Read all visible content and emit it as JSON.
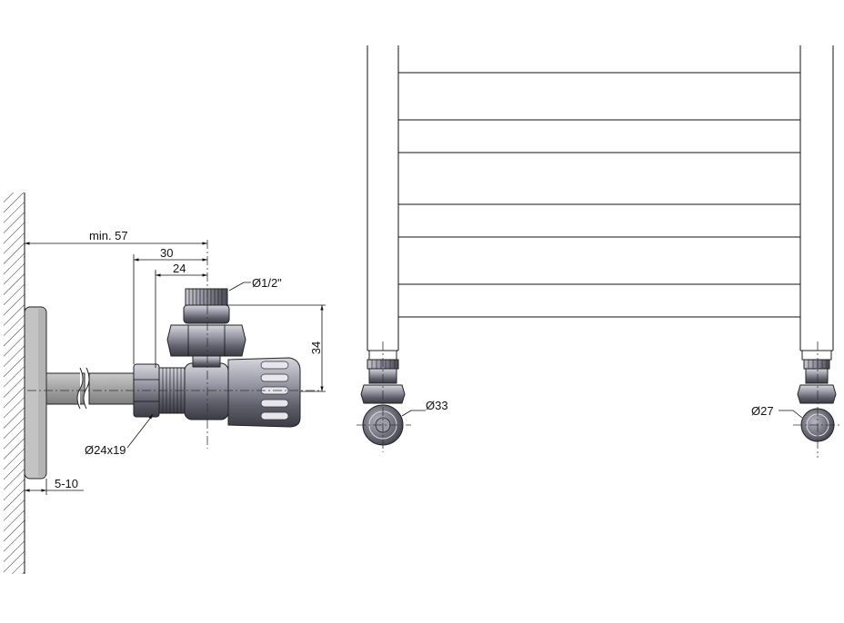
{
  "dimensions": {
    "min_distance": "min. 57",
    "distance_30": "30",
    "distance_24": "24",
    "thread": "Ø1/2\"",
    "height_34": "34",
    "pipe": "Ø24x19",
    "wall_gap": "5-10",
    "diameter_left": "Ø33",
    "diameter_right": "Ø27"
  },
  "colors": {
    "line": "#111111",
    "valve_body": "#8c8c9e",
    "valve_dark": "#3c3c46",
    "wall_cap": "#c3c3c3",
    "pipe": "#9a9a9a"
  }
}
